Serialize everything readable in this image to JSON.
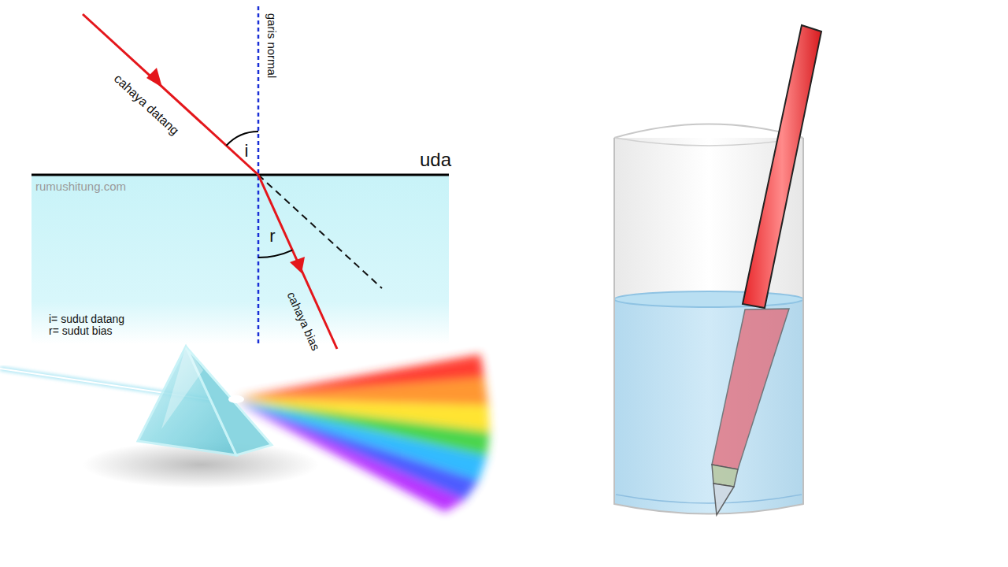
{
  "diagram": {
    "labels": [
      "garis normal",
      "cahaya datang",
      "i",
      "uda",
      "rumushitung.com",
      "r",
      "cahaya bias",
      "i= sudut datang",
      "r= sudut bias"
    ]
  }
}
